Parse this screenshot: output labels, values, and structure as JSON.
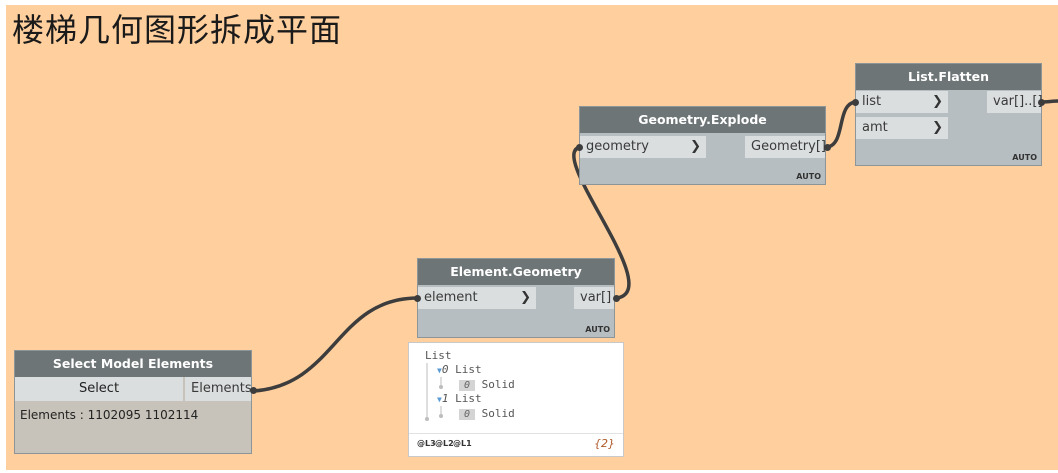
{
  "title": "楼梯几何图形拆成平面",
  "nodes": {
    "select": {
      "header": "Select Model Elements",
      "button": "Select",
      "output": "Elements",
      "info": "Elements : 1102095 1102114"
    },
    "element_geometry": {
      "header": "Element.Geometry",
      "input": "element",
      "output": "var[]",
      "lacing": "AUTO"
    },
    "geometry_explode": {
      "header": "Geometry.Explode",
      "input": "geometry",
      "output": "Geometry[]",
      "lacing": "AUTO"
    },
    "list_flatten": {
      "header": "List.Flatten",
      "inputs": [
        "list",
        "amt"
      ],
      "output": "var[]..[]",
      "lacing": "AUTO"
    }
  },
  "preview": {
    "root": "List",
    "items": [
      {
        "index": "0",
        "label": "List",
        "child_index": "0",
        "child_label": "Solid"
      },
      {
        "index": "1",
        "label": "List",
        "child_index": "0",
        "child_label": "Solid"
      }
    ],
    "levels": [
      "@L3",
      "@L2",
      "@L1"
    ],
    "count": "{2}"
  },
  "colors": {
    "canvas": "#ffd09e",
    "node_header": "#6e7577",
    "node_body": "#b7bec1",
    "port": "#dadedf",
    "wire": "#3d3d3d",
    "count": "#b05a2a"
  }
}
